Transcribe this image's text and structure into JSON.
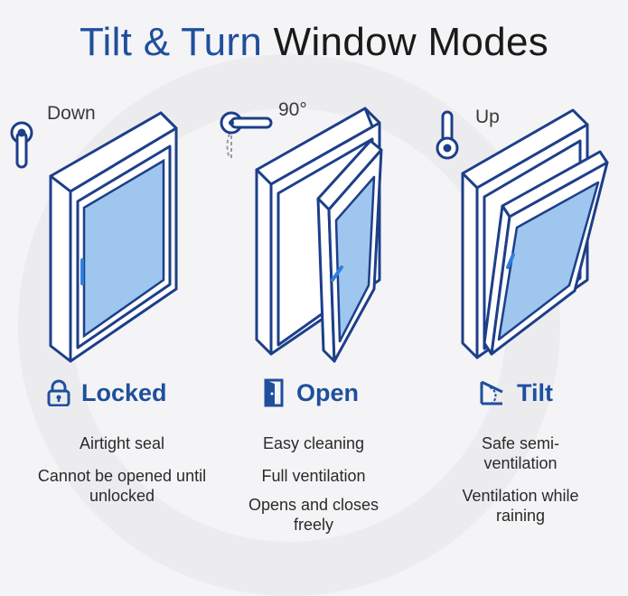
{
  "title": {
    "accent": "Tilt & Turn",
    "rest": "Window Modes"
  },
  "modes": [
    {
      "handle_label": "Down",
      "name": "Locked",
      "icon": "lock-icon",
      "features": [
        "Airtight seal",
        "Cannot be opened until unlocked"
      ]
    },
    {
      "handle_label": "90°",
      "name": "Open",
      "icon": "door-open-icon",
      "features": [
        "Easy cleaning",
        "Full ventilation",
        "Opens and closes freely"
      ]
    },
    {
      "handle_label": "Up",
      "name": "Tilt",
      "icon": "tilt-icon",
      "features": [
        "Safe semi-ventilation",
        "Ventilation while raining"
      ]
    }
  ],
  "colors": {
    "accent": "#1f4f9c",
    "glass": "#9ec6ef",
    "frame": "#1d3f8a",
    "handle": "#2f7fe0"
  }
}
